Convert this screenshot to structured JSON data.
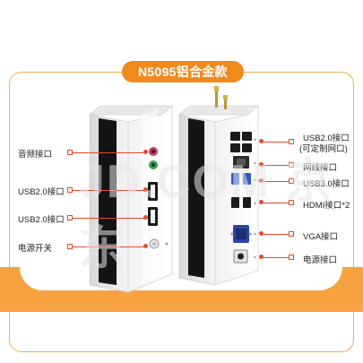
{
  "title": "N5095铝合金款",
  "watermark": "JD.COM 京东",
  "left_labels": [
    "音频接口",
    "USB2.0接口",
    "USB2.0接口",
    "电源开关"
  ],
  "right_labels": {
    "usb2_line1": "USB2.0接口",
    "usb2_line2": "(可定制网口)",
    "lan": "网线接口",
    "usb3": "USB3.0接口",
    "hdmi": "HDMI接口*2",
    "vga": "VGA接口",
    "power": "电源接口"
  },
  "colors": {
    "accent": "#f08a1d",
    "callout": "#e34a2c",
    "frame": "#f0ab56"
  }
}
